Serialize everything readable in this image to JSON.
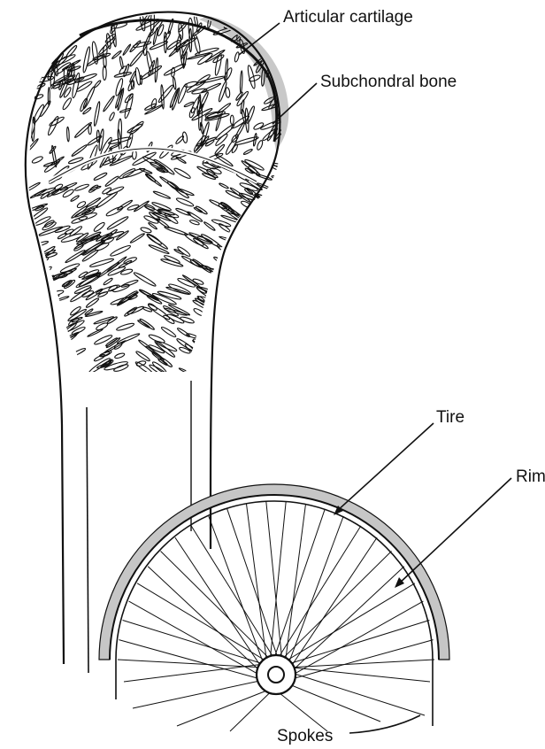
{
  "labels": {
    "articular_cartilage": "Articular cartilage",
    "subchondral_bone": "Subchondral bone",
    "tire": "Tire",
    "rim": "Rim",
    "spokes": "Spokes"
  },
  "colors": {
    "ink": "#111111",
    "cartilage_gray": "#c8c8c8",
    "tire_gray": "#c6c6c6",
    "background": "#ffffff"
  }
}
